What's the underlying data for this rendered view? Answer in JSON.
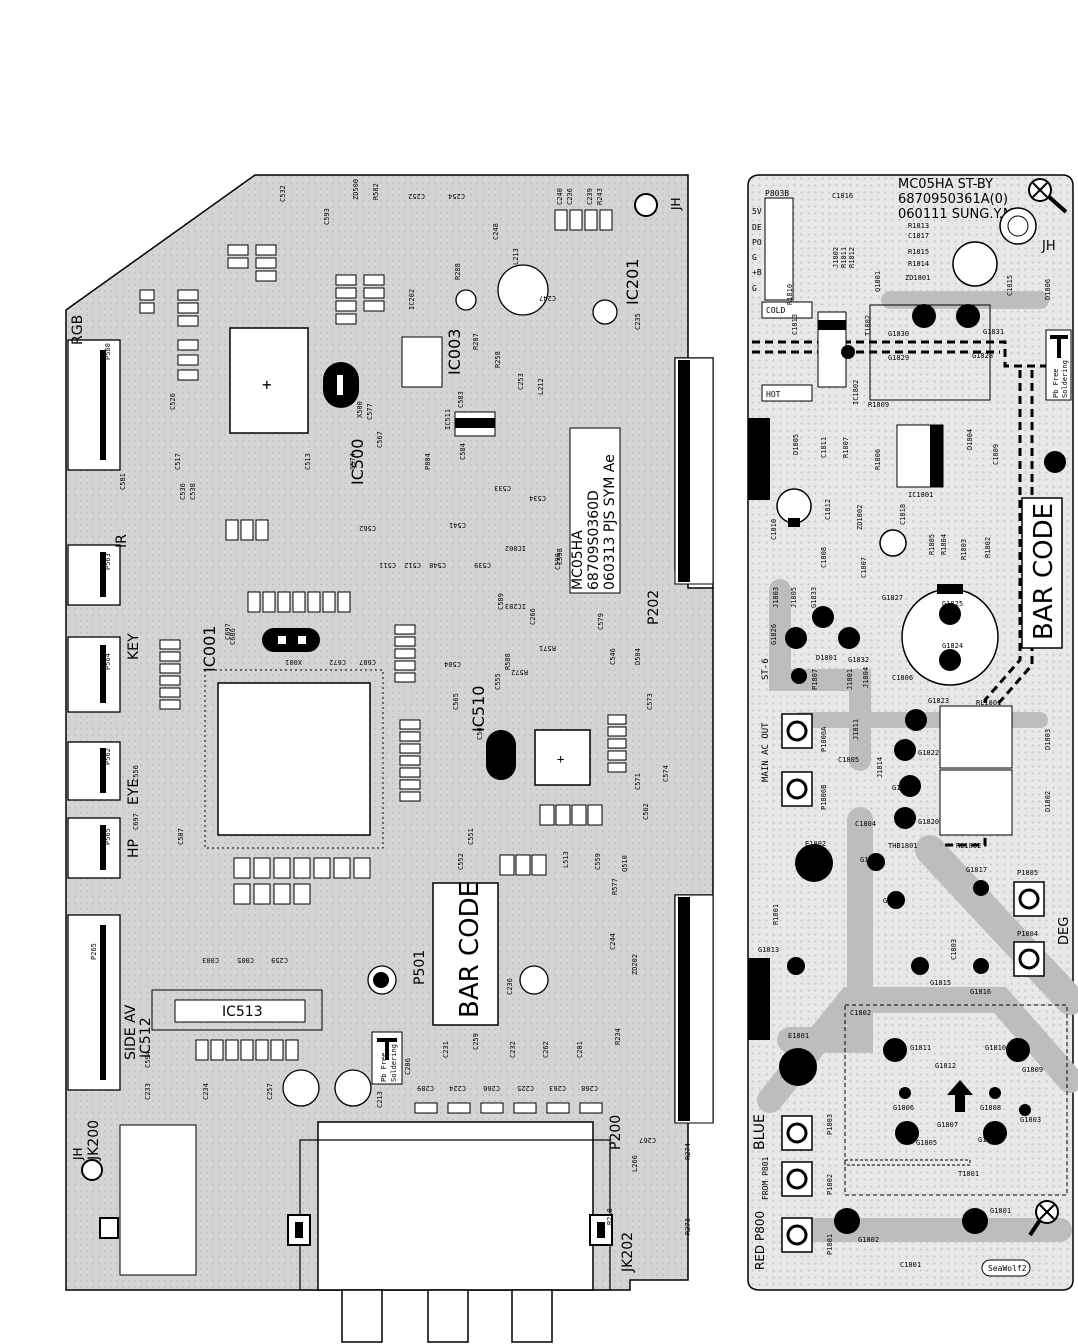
{
  "main_board": {
    "connectors": [
      "RGB",
      "IR",
      "KEY",
      "EYE",
      "HP",
      "SIDE AV"
    ],
    "jacks": [
      "JK200",
      "JK202"
    ],
    "ic_labels": [
      "IC500",
      "IC003",
      "IC201",
      "IC001",
      "IC510",
      "IC512",
      "IC513"
    ],
    "ports": [
      "P202",
      "P501",
      "P200"
    ],
    "fiducial": "JH",
    "model_lines": [
      "MC05HA",
      "68709S0360D",
      "060313 PJS SYM Ae"
    ],
    "barcode": "BAR CODE",
    "pb_free": [
      "Pb Free",
      "Soldering"
    ],
    "small_labels": [
      "C532",
      "ZD500",
      "R582",
      "C252",
      "C254",
      "C240",
      "C236",
      "C239",
      "R243",
      "C248",
      "L213",
      "R288",
      "C593",
      "IC202",
      "C247",
      "C235",
      "C583",
      "R287",
      "R258",
      "C253",
      "L212",
      "C581",
      "C517",
      "C526",
      "C574",
      "P804",
      "C513",
      "C577",
      "C567",
      "X500",
      "IC511",
      "C584",
      "C533",
      "C534",
      "IC002",
      "C562",
      "C536",
      "C538",
      "C541",
      "C539",
      "C511",
      "C512",
      "C548",
      "C590",
      "C589",
      "IC283",
      "C266",
      "C579",
      "R572",
      "R571",
      "C546",
      "C555",
      "R588",
      "D504",
      "C504",
      "C565",
      "C697",
      "C573",
      "C501",
      "X001",
      "C672",
      "C687",
      "C686",
      "C571",
      "C574",
      "C556",
      "C697",
      "C598",
      "C507",
      "C551",
      "C552",
      "L513",
      "C559",
      "R577",
      "Q510",
      "C562",
      "C244",
      "ZD202",
      "C236",
      "R234",
      "C257",
      "C213",
      "C206",
      "C231",
      "C259",
      "C232",
      "C262",
      "C201",
      "C209",
      "C224",
      "C266",
      "C225",
      "C263",
      "C268",
      "L266",
      "C267",
      "R274",
      "R218",
      "R273",
      "C233",
      "C594",
      "C234",
      "C003",
      "C005",
      "C259",
      "P265",
      "P560",
      "P563",
      "P564",
      "P562",
      "P565"
    ]
  },
  "side_board": {
    "header_lines": [
      "MC05HA ST-BY",
      "6870950361A(0)",
      "060111 SUNG.Y.M"
    ],
    "connector": "P803B",
    "pin_labels": [
      "5V",
      "DE",
      "PO",
      "G",
      "+B",
      "G"
    ],
    "zones": [
      "COLD",
      "HOT"
    ],
    "fiducial": "JH",
    "barcode": "BAR CODE",
    "pb_free": [
      "Pb Free",
      "Soldering"
    ],
    "labels": [
      "ST-6",
      "MAIN AC OUT",
      "BLUE",
      "FROM P801",
      "RED P800",
      "DEG",
      "SeaWolf2"
    ],
    "components": [
      "C1816",
      "J1802",
      "R1811",
      "R1812",
      "C1817",
      "R1815",
      "R1814",
      "ZD1801",
      "R1813",
      "Q1801",
      "C1815",
      "D1806",
      "R1810",
      "C1813",
      "T1802",
      "G1830",
      "G1831",
      "G1829",
      "G1828",
      "IC1802",
      "R1809",
      "D1805",
      "C1811",
      "R1807",
      "R1806",
      "D1804",
      "C1809",
      "IC1801",
      "C1810",
      "C1812",
      "ZD1802",
      "C1818",
      "C1808",
      "C1807",
      "R1805",
      "R1804",
      "R1803",
      "R1802",
      "J1803",
      "J1805",
      "G1833",
      "G1827",
      "G1825",
      "G1826",
      "D1801",
      "G1832",
      "G1824",
      "P1807",
      "J1801",
      "J1804",
      "C1806",
      "G1823",
      "RL1801",
      "P1806A",
      "J1811",
      "J1814",
      "G1822",
      "D1803",
      "C1805",
      "P1806B",
      "G1821",
      "G1820",
      "D1802",
      "C1804",
      "THB1801",
      "RL1802",
      "E1802",
      "G1819",
      "G1817",
      "P1805",
      "G1818",
      "R1801",
      "C1803",
      "P1804",
      "G1813",
      "G1815",
      "G1816",
      "E1801",
      "C1802",
      "G1811",
      "G1812",
      "G1810",
      "G1809",
      "G1807",
      "G1806",
      "G1808",
      "G1805",
      "G1804",
      "G1803",
      "P1803",
      "P1802",
      "P1801",
      "G1802",
      "G1801",
      "C1801",
      "T1801"
    ]
  }
}
